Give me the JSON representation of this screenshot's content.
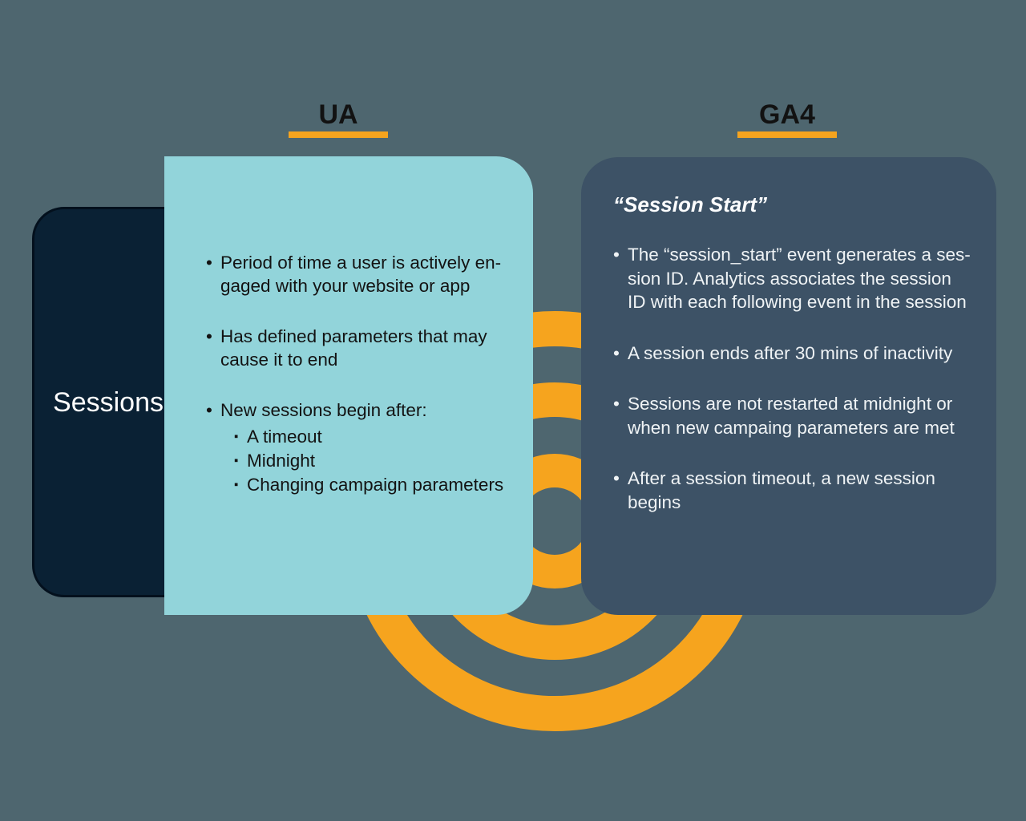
{
  "titles": {
    "ua": "UA",
    "ga4": "GA4"
  },
  "glyphs": {
    "bullet": "•",
    "sub_bullet": "▪"
  },
  "colors": {
    "background": "#4E666F",
    "accent_orange": "#F6A41E",
    "ua_card_bg": "#92D4DA",
    "ga4_card_bg": "#3D5266",
    "sessions_card_bg": "#0A2134",
    "title_text": "#121212",
    "light_text": "#EFF3F5"
  },
  "sessions": {
    "label": "Sessions"
  },
  "ua_card": {
    "bullets": [
      {
        "text": "Period of time a user is actively en-\ngaged with your website or app"
      },
      {
        "text": "Has defined parameters that may\ncause it to end"
      },
      {
        "text": "New sessions begin after:",
        "sub": [
          "A timeout",
          "Midnight",
          "Changing campaign parameters"
        ]
      }
    ]
  },
  "ga4_card": {
    "heading": "“Session Start”",
    "bullets": [
      "The “session_start” event generates a ses-\nsion ID. Analytics associates the session\nID with each following event in the session",
      "A session ends after 30 mins of inactivity",
      "Sessions are not restarted at midnight or\nwhen new campaing parameters are met",
      "After a session timeout, a new session\nbegins"
    ]
  }
}
